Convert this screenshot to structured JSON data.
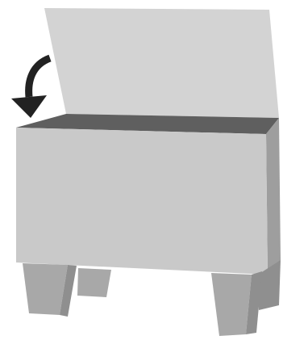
{
  "illustration": {
    "subject": "storage-chest-with-legs",
    "lid_state": "open",
    "action_hint": "close-lid",
    "icons": [
      "curved-arrow-icon"
    ],
    "colors": {
      "background": "#ffffff",
      "lid": "#d3d3d3",
      "front_panel": "#c9c9c9",
      "side_panel": "#9e9e9e",
      "interior": "#5f5f5f",
      "legs_front": "#a8a8a8",
      "legs_side": "#8f8f8f",
      "arrow": "#222222"
    }
  }
}
